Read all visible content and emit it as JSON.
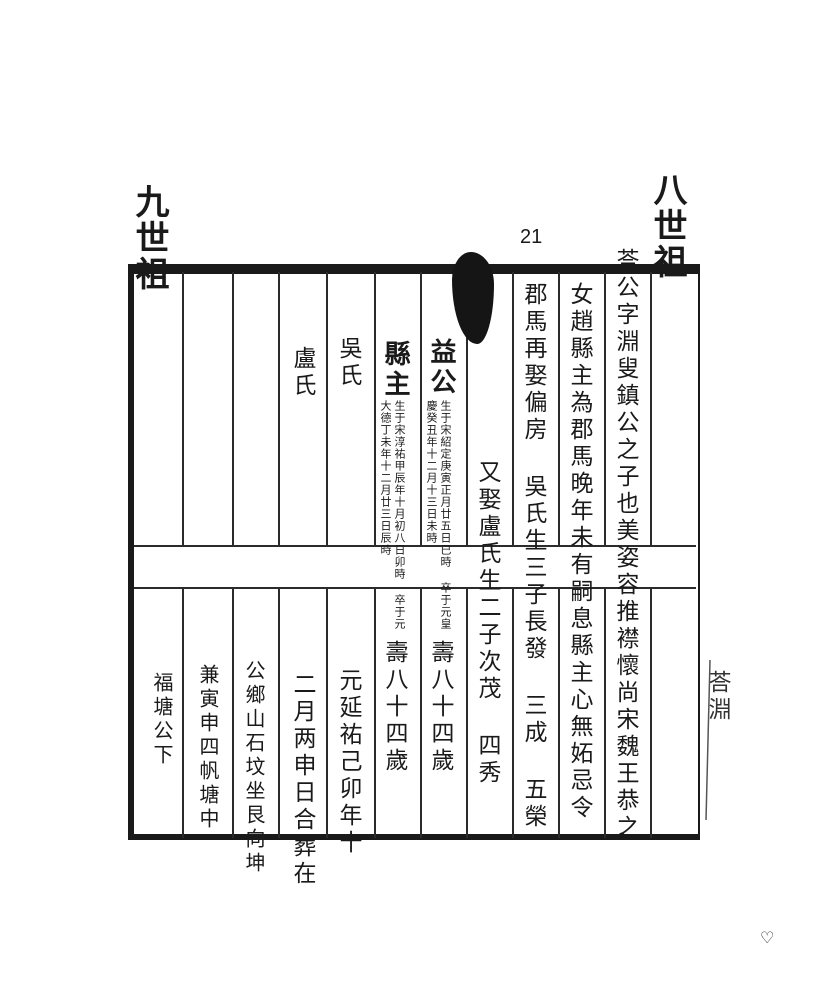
{
  "header": {
    "right_title": "八世祖",
    "left_title": "九世祖",
    "page_number": "21"
  },
  "columns": [
    {
      "text": "荅公字淵叟鎮公之子也美姿容推襟懷尚宋魏王恭之"
    },
    {
      "text": "女趙縣主為郡馬晚年未有嗣息縣主心無妬忌令"
    },
    {
      "text": "郡馬再娶偏房 吳氏生三子長發 三成 五榮"
    },
    {
      "text": "又娶盧氏生二子次茂 四秀"
    },
    {
      "text": "益公",
      "note": "生于宋紹定庚寅正月廿五日巳時 卒于元皇慶癸丑年十二月十三日未時",
      "lower": "壽八十四歲"
    },
    {
      "text": "縣主",
      "note": "生于宋淳祐甲辰年十月初八日卯時 卒于元大德丁未年十二月廿三日辰時",
      "lower": "壽八十四歲"
    },
    {
      "text": "吳氏",
      "lower": "元延祐己卯年十"
    },
    {
      "text": "盧氏",
      "lower": "二月两申日合葬在"
    },
    {
      "text": "",
      "lower": "公鄉山石坟坐艮向坤"
    },
    {
      "text": "",
      "lower": "兼寅申四帆塘中"
    },
    {
      "text": "",
      "lower": "福塘公下"
    }
  ],
  "margin_right": {
    "text": "荅淵"
  }
}
